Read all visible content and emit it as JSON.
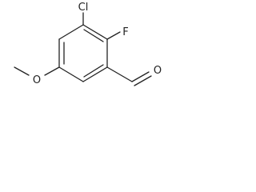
{
  "molecule": {
    "atoms": {
      "chlorine": "Cl",
      "fluorine": "F",
      "methoxy_oxygen": "O",
      "aldehyde_oxygen": "O"
    }
  }
}
